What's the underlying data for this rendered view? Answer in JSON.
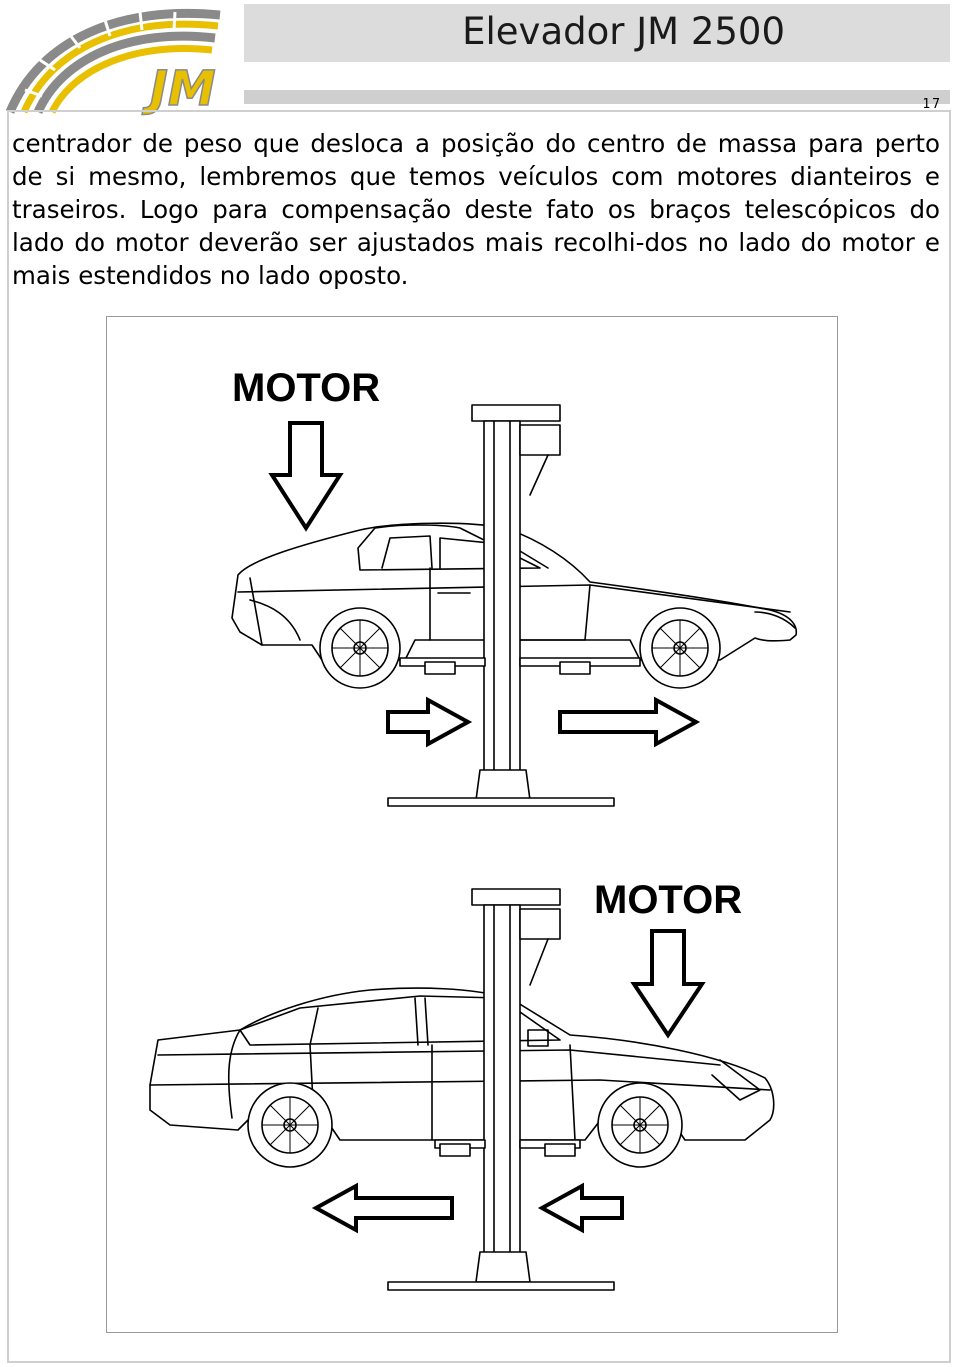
{
  "header": {
    "title": "Elevador JM 2500",
    "page_number": "17",
    "logo_text": "JM"
  },
  "body": {
    "paragraph": "centrador de peso que desloca a posição do centro de massa para perto de si mesmo, lembremos que temos veículos com motores dianteiros e traseiros. Logo para compensação deste fato os braços telescópicos do lado do motor deverão ser ajustados mais recolhi-dos no lado do motor e mais estendidos no lado oposto."
  },
  "figure": {
    "top_label": "MOTOR",
    "bottom_label": "MOTOR"
  },
  "colors": {
    "header_bar": "#dcdcdc",
    "logo_yellow": "#e8c000",
    "logo_gray": "#8a8a8a"
  }
}
